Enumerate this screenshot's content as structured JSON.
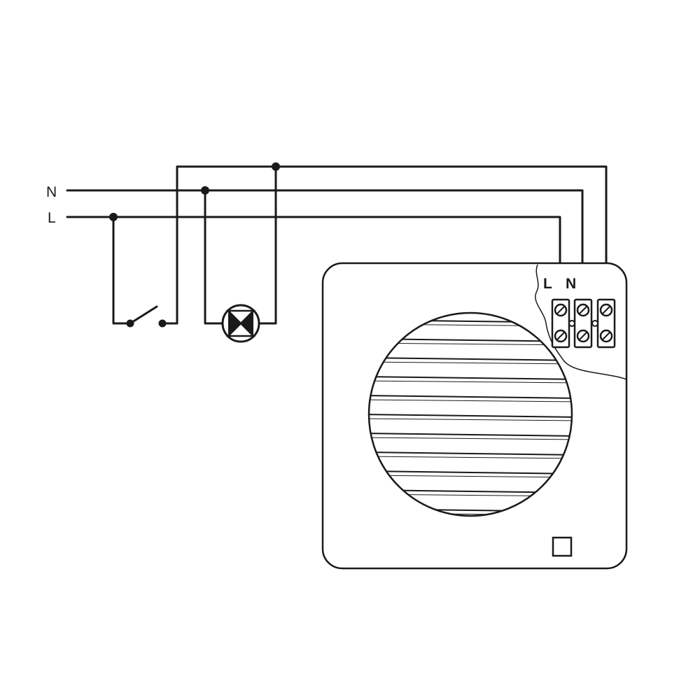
{
  "labels": {
    "supply_neutral": "N",
    "supply_live": "L",
    "terminal_live": "L",
    "terminal_neutral": "N"
  },
  "colors": {
    "line": "#1a1a1a",
    "background": "#ffffff"
  }
}
